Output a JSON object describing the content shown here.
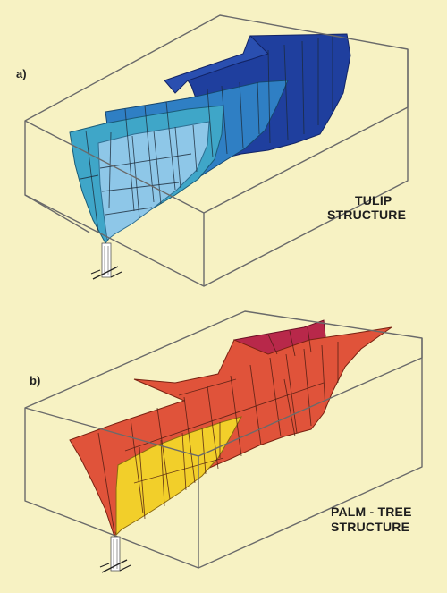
{
  "panels": [
    {
      "id": "a",
      "label": "a)",
      "caption_line1": "TULIP",
      "caption_line2": "STRUCTURE"
    },
    {
      "id": "b",
      "label": "b)",
      "caption_line1": "PALM - TREE",
      "caption_line2": "STRUCTURE"
    }
  ],
  "colors": {
    "background": "#f7f2c3",
    "tulip_dark_blue": "#1f3f9e",
    "tulip_mid_blue": "#2f7fc4",
    "tulip_teal": "#3fa6c8",
    "tulip_light_blue": "#8ec7e8",
    "palm_red": "#e0533a",
    "palm_dark_red": "#b8284a",
    "palm_yellow": "#f2cf2a"
  }
}
